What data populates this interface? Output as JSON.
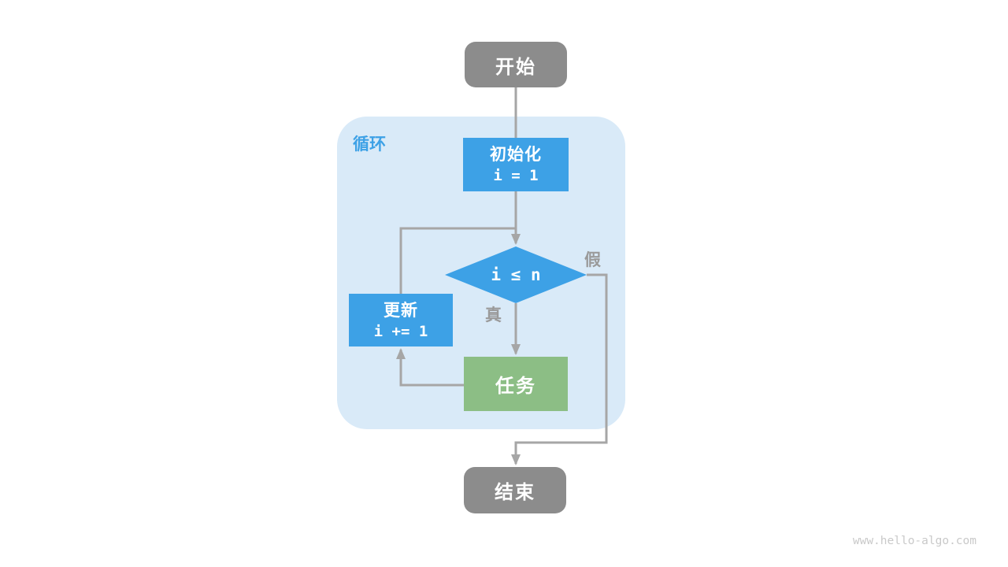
{
  "page": {
    "watermark": "www.hello-algo.com"
  },
  "colors": {
    "terminal_gray": "#8c8c8c",
    "process_blue": "#3da1e6",
    "task_green": "#8cbe85",
    "container_light_blue": "#d9eaf8",
    "loop_label_blue": "#3da1e6",
    "connector_gray": "#a6a6a6",
    "edge_label_gray": "#9a9a9a",
    "watermark_gray": "#c9c9c9",
    "node_text_white": "#ffffff"
  },
  "flowchart": {
    "container_label": "循环",
    "nodes": {
      "start": {
        "label": "开始"
      },
      "init": {
        "label": "初始化",
        "code": "i = 1"
      },
      "condition": {
        "label": "i ≤ n"
      },
      "update": {
        "label": "更新",
        "code": "i += 1"
      },
      "task": {
        "label": "任务"
      },
      "end": {
        "label": "结束"
      }
    },
    "edge_labels": {
      "true_branch": "真",
      "false_branch": "假"
    }
  }
}
